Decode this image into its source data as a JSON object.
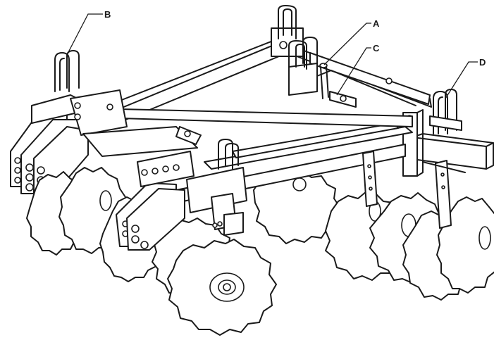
{
  "callouts": {
    "a": "A",
    "b": "B",
    "c": "C",
    "d": "D"
  },
  "colors": {
    "line": "#1a1a1a",
    "background": "#ffffff",
    "shade": "#e9e9e9"
  }
}
